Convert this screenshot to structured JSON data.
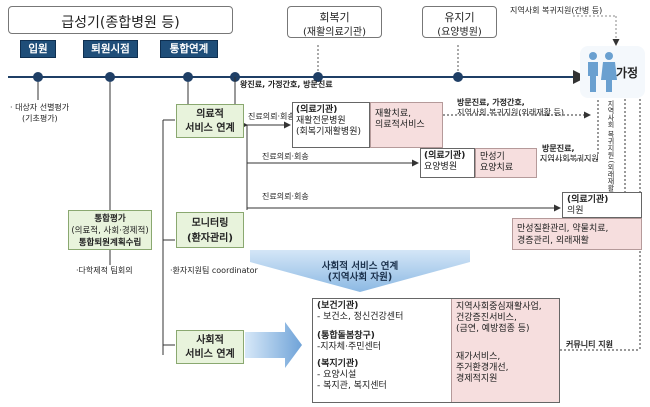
{
  "phases": {
    "acute": "급성기(종합병원 등)",
    "recovery_title": "회복기",
    "recovery_sub": "(재활의료기관)",
    "maintenance_title": "유지기",
    "maintenance_sub": "(요양병원)",
    "community_support": "지역사회 복귀지원(간병 등)"
  },
  "tags": {
    "admission": "입원",
    "discharge_time": "퇴원시점",
    "integrated_link": "통합연계"
  },
  "family": "가정",
  "left": {
    "target_eval_1": "· 대상자 선별평가",
    "target_eval_2": "(기초평가)",
    "integrated_eval_1": "통합평가",
    "integrated_eval_2": "(의료적, 사회·경제적)",
    "integrated_eval_3": "통합퇴원계획수립",
    "team_meeting": "·다학제적 팀회의"
  },
  "center": {
    "medical_link_1": "의료적",
    "medical_link_2": "서비스 연계",
    "monitoring_1": "모니터링",
    "monitoring_2": "(환자관리)",
    "coordinator": "·환자지원팀 coordinator",
    "social_link_1": "사회적",
    "social_link_2": "서비스 연계"
  },
  "flows": {
    "top": "왕진료, 가정간호, 방문진료",
    "consult_1": "진료의뢰·회송",
    "consult_2": "진료의뢰·회송",
    "consult_3": "진료의뢰·회송",
    "visit_1a": "방문진료, 가정간호,",
    "visit_1b": "지역사회 복귀지원(외래재활 등)",
    "visit_2a": "방문진료,",
    "visit_2b": "지역사회복귀지원",
    "right_vertical": "지역사회 복귀지원 (외래재활 등)",
    "community_support": "커뮤니티 지원"
  },
  "rehab": {
    "org": "(의료기관)",
    "name_1": "재활전문병원",
    "name_2": "(회복기재활병원)",
    "service_1": "재활치료,",
    "service_2": "의료적서비스"
  },
  "nursing": {
    "org": "(의료기관)",
    "name": "요양병원",
    "service_1": "만성기",
    "service_2": "요양치료"
  },
  "clinic": {
    "org": "(의료기관)",
    "name": "의원",
    "service_1": "만성질환관리, 약물치료,",
    "service_2": "경증관리, 외래재활"
  },
  "social_banner": {
    "line1": "사회적 서비스 연계",
    "line2": "(지역사회 자원)"
  },
  "social_box": {
    "health_org": "(보건기관)",
    "health_list": "- 보건소, 정신건강센터",
    "window_org": "(통합돌봄창구)",
    "window_list": "-지자체·주민센터",
    "welfare_org": "(복지기관)",
    "welfare_list_1": "- 요양시설",
    "welfare_list_2": "- 복지관, 복지센터",
    "service_a1": "지역사회중심재활사업,",
    "service_a2": "건강증진서비스,",
    "service_a3": "(금연, 예방접종 등)",
    "service_b1": "재가서비스,",
    "service_b2": "주거환경개선,",
    "service_b3": "경제적지원"
  },
  "colors": {
    "tag_navy": "#1f4e79",
    "green_box": "#e8f3dc",
    "pink_box": "#f6dede",
    "banner_blue": "#9ec5ea"
  }
}
